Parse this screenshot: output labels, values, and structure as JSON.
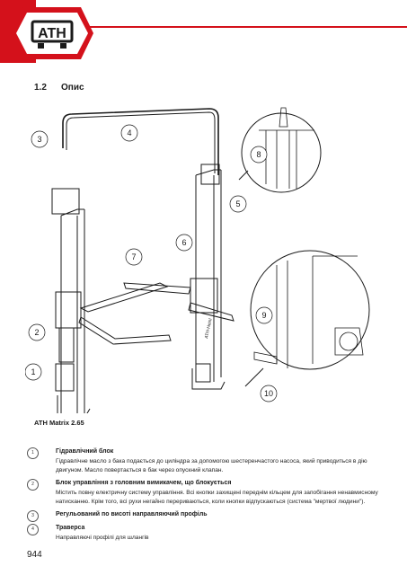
{
  "logo": {
    "text": "ATH"
  },
  "section": {
    "number": "1.2",
    "title": "Опис"
  },
  "callouts": [
    "1",
    "2",
    "3",
    "4",
    "5",
    "6",
    "7",
    "8",
    "9",
    "10"
  ],
  "lift_brand": "ATH-Heinl",
  "caption": "ATH Matrix 2.65",
  "legend": [
    {
      "num": "1",
      "title": "Гідравлічний блок",
      "text": "Гідравлічне масло з бака подається до циліндра за допомогою шестеренчастого насоса, який приводиться в дію двигуном. Масло повертається в бак через опускний клапан."
    },
    {
      "num": "2",
      "title": "Блок управління з головним вимикачем, що блокується",
      "text": "Містить повну електричну систему управління. Всі кнопки захищені переднім кільцем для запобігання ненавмисному натисканню. Крім того, всі рухи негайно перериваються, коли кнопки відпускаються (система \"мертвої людини\")."
    },
    {
      "num": "3",
      "title": "Регульований по висоті направляючий профіль",
      "text": ""
    },
    {
      "num": "4",
      "title": "Траверса",
      "text": "Направляючі профілі для шлангів"
    }
  ],
  "page_number": "944",
  "colors": {
    "brand_red": "#d4111b",
    "line": "#1a1a1a"
  }
}
